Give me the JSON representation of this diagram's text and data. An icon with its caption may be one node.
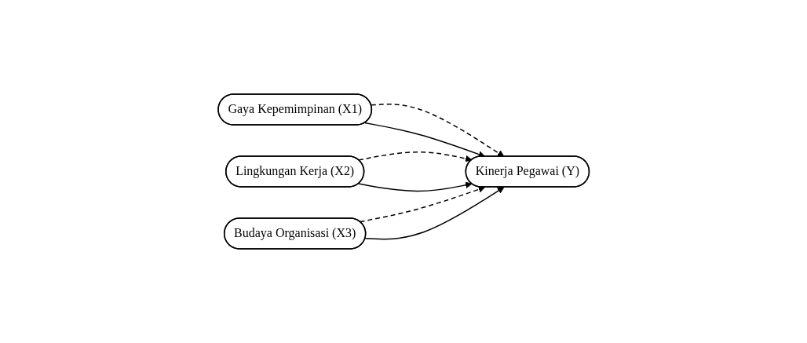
{
  "diagram": {
    "nodes": [
      {
        "text": [
          "Gaya Kepemimpinan (X1)"
        ]
      },
      {
        "text": [
          "Lingkungan Kerja (X2)"
        ]
      },
      {
        "text": [
          "Budaya Organisasi (X3)"
        ]
      },
      {
        "text": [
          "Kinerja Pegawai (Y)"
        ]
      }
    ],
    "edges": [
      {
        "from": 0,
        "to": 3,
        "arrow": "to",
        "style": "dashed"
      },
      {
        "from": 1,
        "to": 3,
        "arrow": "to",
        "style": "dashed"
      },
      {
        "from": 2,
        "to": 3,
        "arrow": "to",
        "style": "dashed"
      },
      {
        "from": 0,
        "to": 3,
        "arrow": "to"
      },
      {
        "from": 1,
        "to": 3,
        "arrow": "to"
      },
      {
        "from": 2,
        "to": 3,
        "arrow": "to"
      }
    ]
  }
}
